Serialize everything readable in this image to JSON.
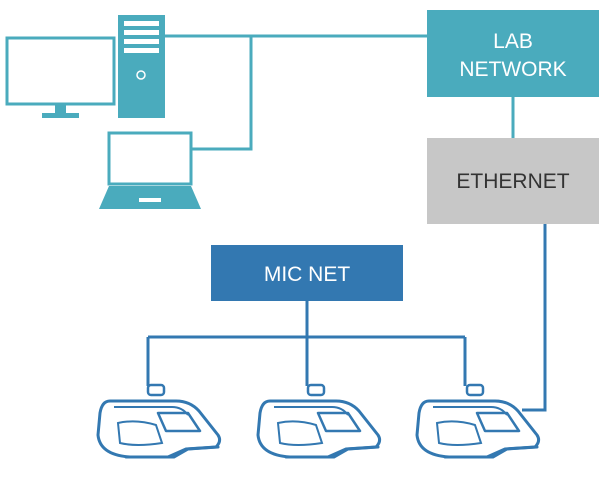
{
  "colors": {
    "teal": "#4aabbd",
    "blue": "#3378b1",
    "gray": "#c7c7c7",
    "text_dark": "#333333",
    "text_light": "#ffffff"
  },
  "nodes": {
    "lab_network": {
      "line1": "LAB",
      "line2": "NETWORK"
    },
    "ethernet": {
      "label": "ETHERNET"
    },
    "mic_net": {
      "label": "MIC NET"
    }
  },
  "icons": [
    "desktop-monitor-icon",
    "tower-pc-icon",
    "laptop-icon",
    "mic-instrument-icon"
  ]
}
